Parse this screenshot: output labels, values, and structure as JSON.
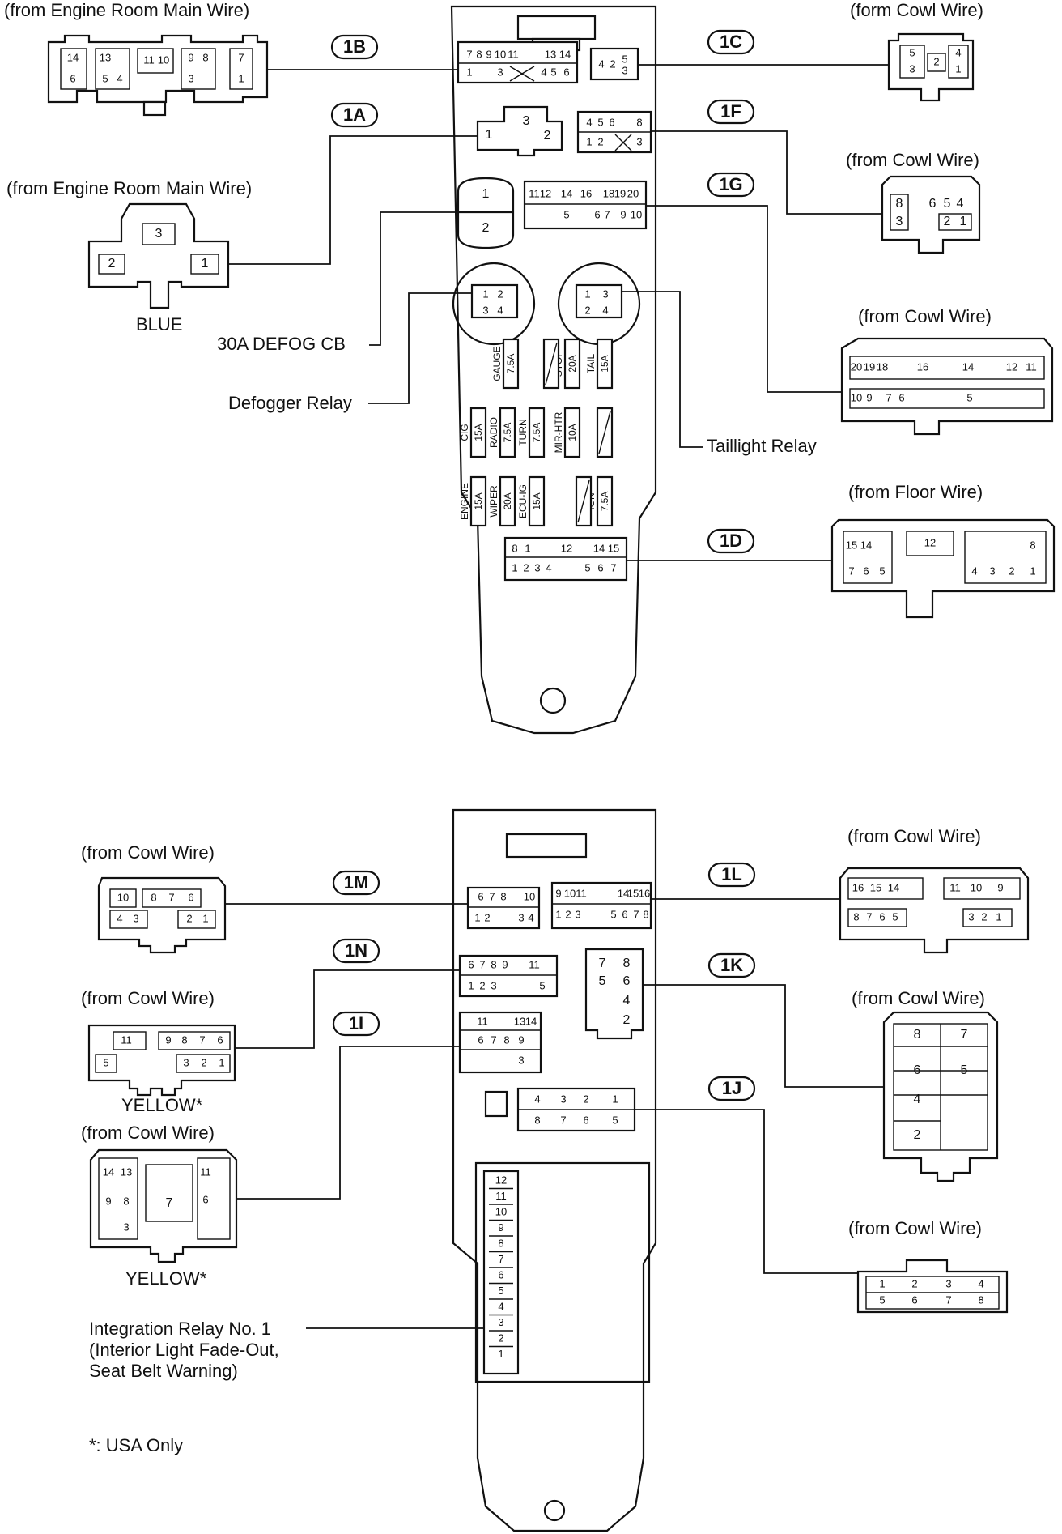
{
  "top": {
    "sources": {
      "b": "(from Engine Room Main Wire)",
      "c": "(form Cowl Wire)",
      "a": "(from Engine Room Main Wire)",
      "f": "(from Cowl Wire)",
      "g": "(from Cowl Wire)",
      "d": "(from Floor Wire)"
    },
    "tags": {
      "b": "1B",
      "c": "1C",
      "a": "1A",
      "f": "1F",
      "g": "1G",
      "d": "1D"
    },
    "labels": {
      "blue": "BLUE",
      "defog_cb": "30A DEFOG CB",
      "defogger_relay": "Defogger Relay",
      "taillight_relay": "Taillight Relay"
    },
    "fuses": [
      {
        "name": "GAUGE",
        "amp": "7.5A"
      },
      {
        "name": "STOP",
        "amp": "20A"
      },
      {
        "name": "TAIL",
        "amp": "15A"
      },
      {
        "name": "CIG",
        "amp": "15A"
      },
      {
        "name": "RADIO",
        "amp": "7.5A"
      },
      {
        "name": "TURN",
        "amp": "7.5A"
      },
      {
        "name": "MIR-HTR",
        "amp": "10A"
      },
      {
        "name": "ENGINE",
        "amp": "15A"
      },
      {
        "name": "WIPER",
        "amp": "20A"
      },
      {
        "name": "ECU-IG",
        "amp": "15A"
      },
      {
        "name": "IGN",
        "amp": "7.5A"
      }
    ]
  },
  "bottom": {
    "sources": {
      "m": "(from Cowl Wire)",
      "l": "(from Cowl Wire)",
      "n": "(from Cowl Wire)",
      "k": "(from Cowl Wire)",
      "i": "(from Cowl Wire)",
      "j": "(from Cowl Wire)"
    },
    "tags": {
      "m": "1M",
      "l": "1L",
      "n": "1N",
      "k": "1K",
      "i": "1I",
      "j": "1J"
    },
    "labels": {
      "yellow_n": "YELLOW*",
      "yellow_i": "YELLOW*",
      "integration_1": "Integration Relay No. 1",
      "integration_2": "(Interior Light Fade-Out,",
      "integration_3": "Seat Belt Warning)",
      "footnote": "*: USA Only"
    }
  }
}
